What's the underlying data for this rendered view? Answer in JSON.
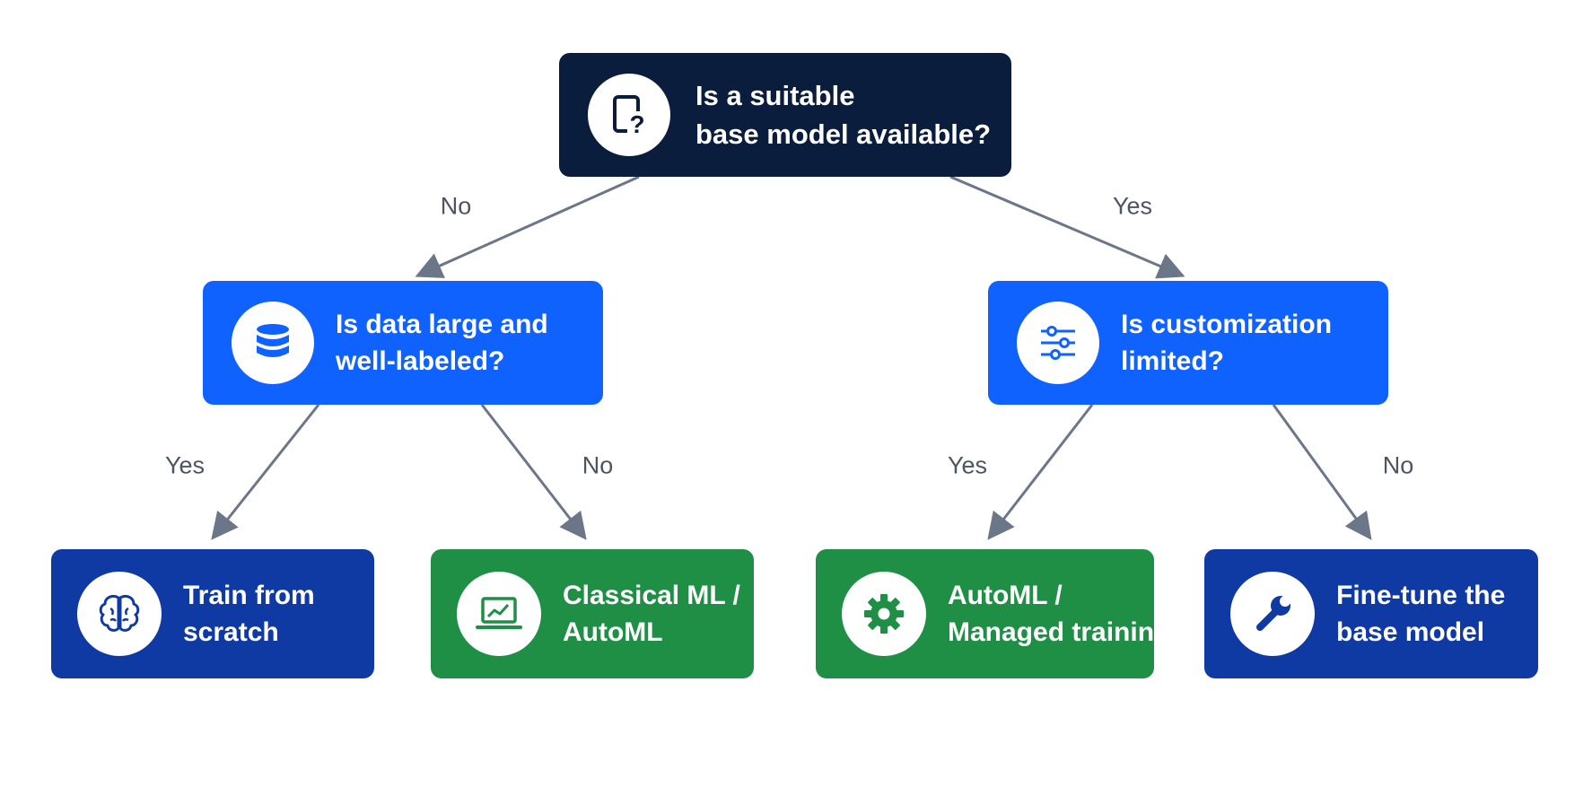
{
  "colors": {
    "root_bg": "#0b1d3c",
    "decision_bg": "#0f62fe",
    "leaf_blue_bg": "#0f3aa3",
    "leaf_green_bg": "#1e8f45",
    "edge": "#6b7689",
    "label_text": "#4b5563"
  },
  "root": {
    "icon": "tablet-question-icon",
    "lines": [
      "Is a suitable",
      "base model available?"
    ]
  },
  "left_decision": {
    "icon": "database-icon",
    "lines": [
      "Is data large and",
      "well-labeled?"
    ]
  },
  "right_decision": {
    "icon": "sliders-icon",
    "lines": [
      "Is customization",
      "limited?"
    ]
  },
  "leaves": [
    {
      "icon": "brain-icon",
      "lines": [
        "Train from",
        "scratch"
      ]
    },
    {
      "icon": "laptop-chart-icon",
      "lines": [
        "Classical ML /",
        "AutoML"
      ]
    },
    {
      "icon": "gear-icon",
      "lines": [
        "AutoML /",
        "Managed training"
      ]
    },
    {
      "icon": "wrench-icon",
      "lines": [
        "Fine-tune the",
        "base model"
      ]
    }
  ],
  "edge_labels": {
    "root_to_left": "No",
    "root_to_right": "Yes",
    "left_to_leaf1": "Yes",
    "left_to_leaf2": "No",
    "right_to_leaf3": "Yes",
    "right_to_leaf4": "No"
  }
}
